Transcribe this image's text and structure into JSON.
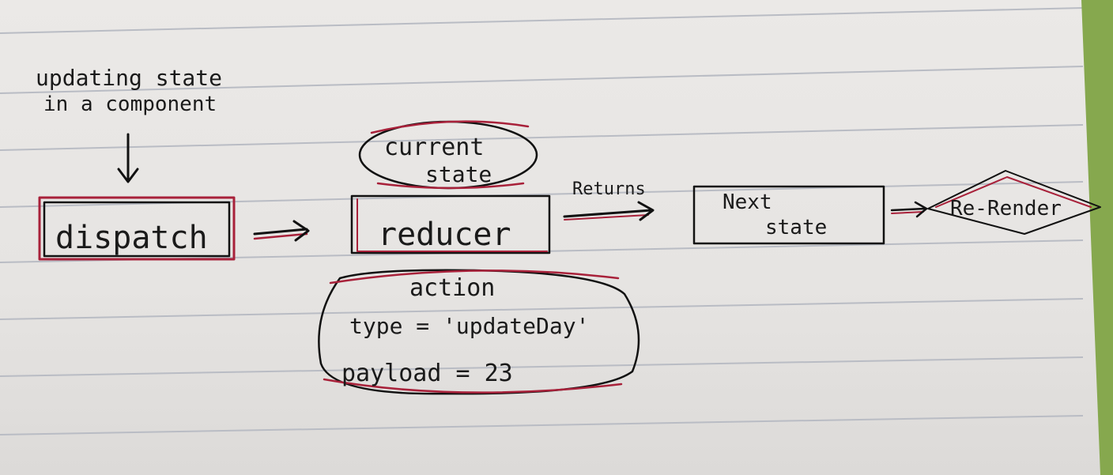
{
  "diagram": {
    "nodes": {
      "trigger": "updating state in a component",
      "dispatch": "dispatch",
      "current_state": "current state",
      "reducer": "reducer",
      "action": {
        "title": "action",
        "type_line": "type = 'updateDay'",
        "payload_line": "payload = 23"
      },
      "next_state": "Next state",
      "rerender": "Re-Render"
    },
    "edges": {
      "returns_label": "Returns"
    }
  },
  "colors": {
    "paper": "#e8e6e4",
    "rule_line": "#b9bcc4",
    "ink": "#111111",
    "red_ink": "#a8213a",
    "edge_green": "#86a84e"
  }
}
